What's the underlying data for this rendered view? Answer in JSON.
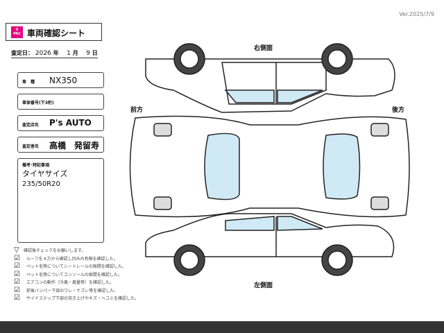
{
  "version": "Ver.2025/7/9",
  "logo_text": "U-PAC",
  "title": "車両確認シート",
  "date": {
    "label": "査定日：",
    "year": "2026",
    "year_unit": "年",
    "month": "1",
    "month_unit": "月",
    "day": "9",
    "day_unit": "日"
  },
  "fields": {
    "car_type": {
      "label": "車　種",
      "value": "NX350"
    },
    "chassis": {
      "label": "車体番号(下3桁)",
      "value": ""
    },
    "shop": {
      "label": "査定店名",
      "value": "P's AUTO"
    },
    "appraiser": {
      "label": "査定者名",
      "value": "高橋　発留寿"
    },
    "notes": {
      "label": "備考･特記事項",
      "lines": [
        "タイヤサイズ",
        "235/50R20"
      ]
    }
  },
  "checklist": {
    "header": "確認後チェックをお願いします。",
    "items": [
      "ルーフを４方から確認し凹みの有無を確認した。",
      "ペット毛等についてシートレールの隙間を確認した。",
      "ペット毛等についてコンソールの隙間を確認した。",
      "エアコンの動作（冷風・風量等）を確認した。",
      "前後バンパー下部のワレ・ケズレ等を確認した。",
      "サイドステップ下部の突き上げやキズ・ヘコミを確認した。"
    ]
  },
  "diagram": {
    "right_side": "右側面",
    "left_side": "左側面",
    "front": "前方",
    "rear": "後方"
  }
}
